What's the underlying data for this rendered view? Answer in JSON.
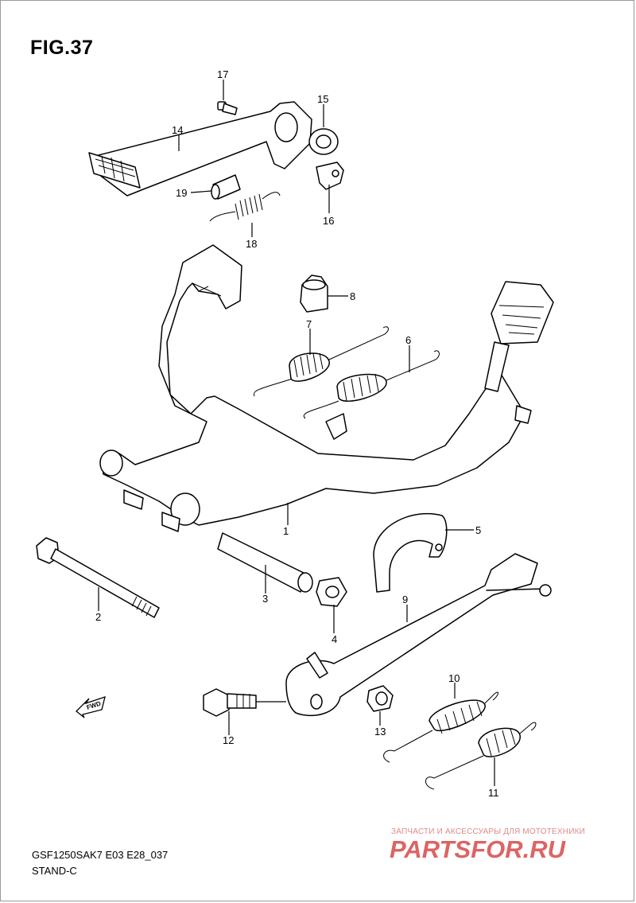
{
  "figure": {
    "title": "FIG.37",
    "model_code": "GSF1250SAK7 E03 E28_037",
    "section_name": "STAND-C"
  },
  "callouts": [
    "1",
    "2",
    "3",
    "4",
    "5",
    "6",
    "7",
    "8",
    "9",
    "10",
    "11",
    "12",
    "13",
    "14",
    "15",
    "16",
    "17",
    "18",
    "19"
  ],
  "direction_badge": "FWD",
  "watermark": {
    "tagline": "ЗАПЧАСТИ И АКСЕССУАРЫ ДЛЯ МОТОТЕХНИКИ",
    "logo": "PARTSFOR.RU"
  }
}
